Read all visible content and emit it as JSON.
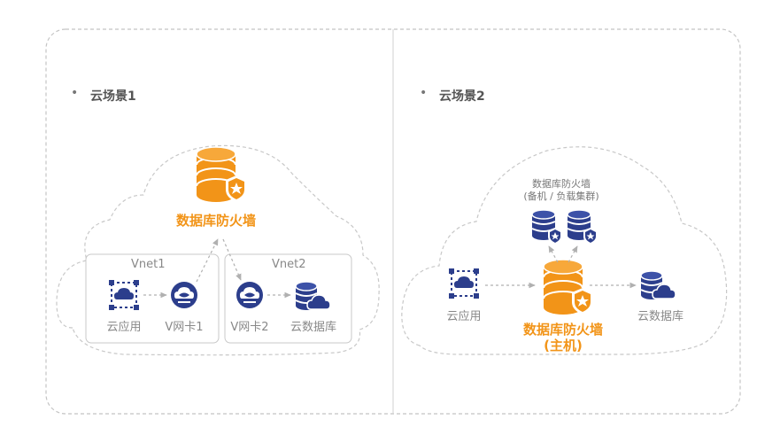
{
  "scene1": {
    "bullet": "•",
    "title": "云场景1",
    "firewall_label": "数据库防火墙",
    "vnet1": "Vnet1",
    "vnet2": "Vnet2",
    "cloud_app": "云应用",
    "vnic1": "V网卡1",
    "vnic2": "V网卡2",
    "cloud_db": "云数据库"
  },
  "scene2": {
    "bullet": "•",
    "title": "云场景2",
    "backup_label_line1": "数据库防火墙",
    "backup_label_line2": "(备机 / 负载集群)",
    "cloud_app": "云应用",
    "firewall_label_line1": "数据库防火墙",
    "firewall_label_line2": "(主机)",
    "cloud_db": "云数据库"
  },
  "colors": {
    "orange": "#f29418",
    "navy": "#2c3e8c",
    "dash": "#bbbbbb"
  },
  "icons": {
    "firewall": "database-firewall-icon",
    "cloud_app": "cloud-app-icon",
    "vnic": "virtual-nic-icon",
    "cloud_db": "cloud-database-icon",
    "arrow": "dashed-arrow-icon"
  }
}
